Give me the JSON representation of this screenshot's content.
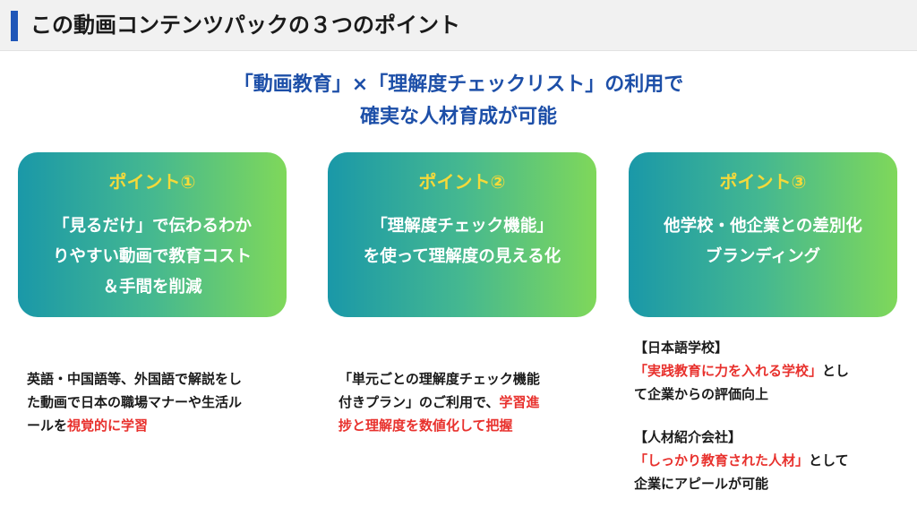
{
  "header": {
    "title": "この動画コンテンツパックの３つのポイント"
  },
  "headline": {
    "line1": "「動画教育」×「理解度チェックリスト」の利用で",
    "line2": "確実な人材育成が可能"
  },
  "colors": {
    "accent_blue": "#1f56b8",
    "headline_blue": "#1d4fa8",
    "card_label_yellow": "#f5d93a",
    "highlight_red": "#e8312d",
    "gradient_start": "#1a98a8",
    "gradient_end": "#7fd85a"
  },
  "points": [
    {
      "label": "ポイント①",
      "lines": [
        "「見るだけ」で伝わるわか",
        "りやすい動画で教育コスト",
        "＆手間を削減"
      ]
    },
    {
      "label": "ポイント②",
      "lines": [
        "「理解度チェック機能」",
        "を使って理解度の見える化"
      ]
    },
    {
      "label": "ポイント③",
      "lines": [
        "他学校・他企業との差別化",
        "ブランディング"
      ]
    }
  ],
  "descriptions": {
    "d1": {
      "line1": "英語・中国語等、外国語で解説をし",
      "line2": "た動画で日本の職場マナーや生活ル",
      "line3_plain": "ールを",
      "line3_red": "視覚的に学習"
    },
    "d2": {
      "line1": "「単元ごとの理解度チェック機能",
      "line2_plain": "付きプラン」のご利用で、",
      "line2_red": "学習進",
      "line3_red": "捗と理解度を数値化して把握"
    },
    "d3": {
      "school_heading": "【日本語学校】",
      "school_red": "「実践教育に力を入れる学校」",
      "school_plain": "とし",
      "school_line3": "て企業からの評価向上",
      "agency_heading": "【人材紹介会社】",
      "agency_red": "「しっかり教育された人材」",
      "agency_plain": "として",
      "agency_line3": "企業にアピールが可能"
    }
  }
}
